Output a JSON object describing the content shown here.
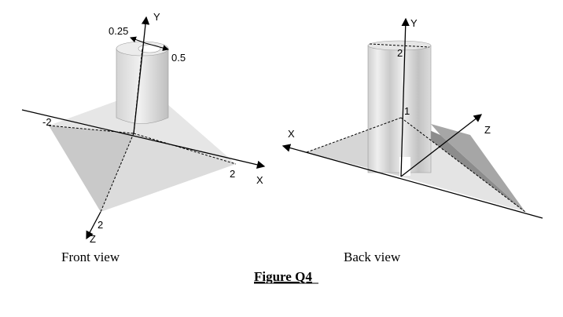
{
  "front": {
    "caption": "Front view",
    "labels": {
      "y_axis": "Y",
      "x_axis": "X",
      "z_axis": "Z",
      "neg_two": "-2",
      "x_two": "2",
      "z_two": "2",
      "inner_radius": "0.25",
      "outer_radius": "0.5"
    }
  },
  "back": {
    "caption": "Back view",
    "labels": {
      "y_axis": "Y",
      "x_axis": "X",
      "z_axis": "Z",
      "y_two": "2",
      "y_one": "1"
    }
  },
  "figure_title": "Figure Q4",
  "colors": {
    "shape_light": "#d9d9d9",
    "shape_mid": "#bdbdbd",
    "shape_dark": "#8f8f8f",
    "stroke": "#000000"
  }
}
